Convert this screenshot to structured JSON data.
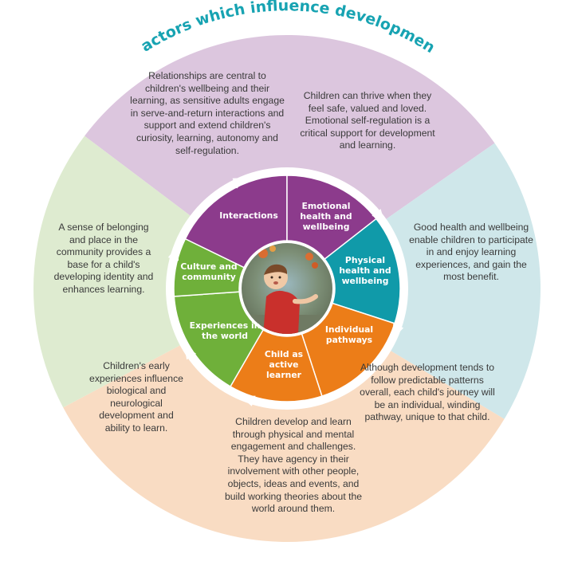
{
  "title": "Factors which influence development",
  "colors": {
    "outer_purple": "#dcc6de",
    "outer_teal": "#cfe7ea",
    "outer_peach": "#f9dcc3",
    "outer_green": "#deebd0",
    "inner_purple": "#8c3b8c",
    "inner_teal": "#109aa9",
    "inner_orange": "#ec7d18",
    "inner_green": "#6fb03a",
    "title": "#17a3b2"
  },
  "outer_descriptions": [
    {
      "id": "relationships",
      "text": "Relationships are central to children's wellbeing and their learning, as sensitive adults engage in serve-and-return interactions and support and extend children's curiosity, learning, autonomy and self-regulation."
    },
    {
      "id": "emotional",
      "text": "Children can thrive when they feel safe, valued and loved. Emotional self-regulation is a critical support for development and learning."
    },
    {
      "id": "health",
      "text": "Good health and wellbeing enable children to participate in and enjoy learning experiences, and gain the most benefit."
    },
    {
      "id": "pathways",
      "text": "Although development tends to follow predictable patterns overall, each child's journey will be an individual, winding pathway, unique to that child."
    },
    {
      "id": "active",
      "text": "Children develop and learn through physical and mental engagement and challenges. They have agency in their involvement with other people, objects, ideas and events, and build working theories about the world around them."
    },
    {
      "id": "experiences",
      "text": "Children's early experiences influence biological and neurological development and ability to learn."
    },
    {
      "id": "belonging",
      "text": "A sense of belonging and place in the community provides a base for a child's developing identity and enhances learning."
    }
  ],
  "inner_labels": [
    {
      "id": "interactions",
      "text": "Interactions"
    },
    {
      "id": "emotional",
      "text": "Emotional health and wellbeing"
    },
    {
      "id": "physical",
      "text": "Physical health and wellbeing"
    },
    {
      "id": "pathways",
      "text": "Individual pathways"
    },
    {
      "id": "active",
      "text": "Child as active learner"
    },
    {
      "id": "experiences",
      "text": "Experiences in the world"
    },
    {
      "id": "culture",
      "text": "Culture and community"
    }
  ]
}
